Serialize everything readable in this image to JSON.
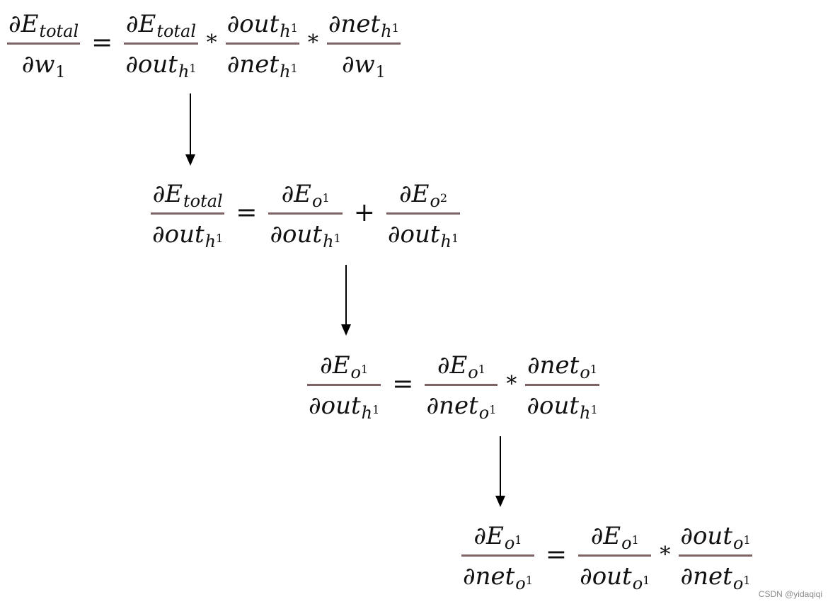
{
  "watermark": "CSDN @yidaqiqi",
  "symbols": {
    "partial": "∂",
    "equals": "=",
    "times": "*",
    "plus": "+"
  },
  "equations": [
    {
      "lhs": {
        "num": [
          "E",
          "total"
        ],
        "den": [
          "w",
          "1"
        ]
      },
      "rhs": [
        {
          "num": [
            "E",
            "total"
          ],
          "den": [
            "out",
            "h",
            "1"
          ]
        },
        {
          "num": [
            "out",
            "h",
            "1"
          ],
          "den": [
            "net",
            "h",
            "1"
          ]
        },
        {
          "num": [
            "net",
            "h",
            "1"
          ],
          "den": [
            "w",
            "1"
          ]
        }
      ]
    },
    {
      "lhs": {
        "num": [
          "E",
          "total"
        ],
        "den": [
          "out",
          "h",
          "1"
        ]
      },
      "rhs": [
        {
          "num": [
            "E",
            "o",
            "1"
          ],
          "den": [
            "out",
            "h",
            "1"
          ]
        },
        {
          "num": [
            "E",
            "o",
            "2"
          ],
          "den": [
            "out",
            "h",
            "1"
          ]
        }
      ]
    },
    {
      "lhs": {
        "num": [
          "E",
          "o",
          "1"
        ],
        "den": [
          "out",
          "h",
          "1"
        ]
      },
      "rhs": [
        {
          "num": [
            "E",
            "o",
            "1"
          ],
          "den": [
            "net",
            "o",
            "1"
          ]
        },
        {
          "num": [
            "net",
            "o",
            "1"
          ],
          "den": [
            "out",
            "h",
            "1"
          ]
        }
      ]
    },
    {
      "lhs": {
        "num": [
          "E",
          "o",
          "1"
        ],
        "den": [
          "net",
          "o",
          "1"
        ]
      },
      "rhs": [
        {
          "num": [
            "E",
            "o",
            "1"
          ],
          "den": [
            "out",
            "o",
            "1"
          ]
        },
        {
          "num": [
            "out",
            "o",
            "1"
          ],
          "den": [
            "net",
            "o",
            "1"
          ]
        }
      ]
    }
  ]
}
